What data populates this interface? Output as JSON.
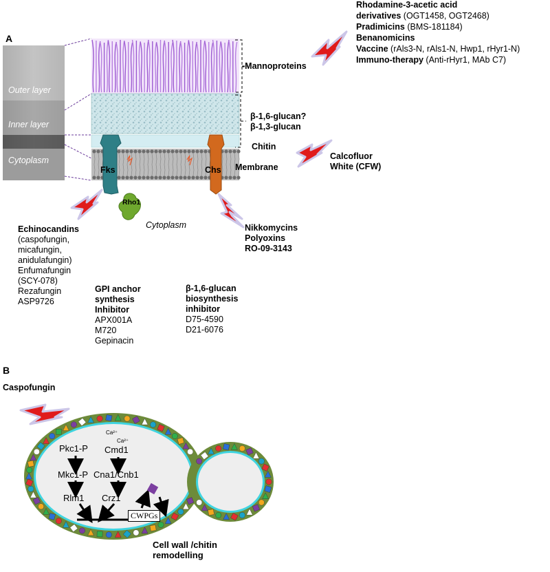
{
  "panelA": {
    "label": "A",
    "photo_labels": [
      "Outer layer",
      "Inner layer",
      "Cytoplasm"
    ],
    "layer_labels": {
      "mannoproteins": "-Mannoproteins",
      "glucan": "β-1,6-glucan?\nβ-1,3-glucan",
      "chitin": "Chitin",
      "membrane": "Membrane",
      "cytoplasm": "Cytoplasm"
    },
    "proteins": {
      "fks": "Fks",
      "chs": "Chs",
      "rho1": "Rho1"
    },
    "mannoprotein_drugs": [
      {
        "bold": "Rhodamine-3-acetic acid",
        "normal": ""
      },
      {
        "bold": "derivatives ",
        "normal": "(OGT1458, OGT2468)"
      },
      {
        "bold": "Pradimicins ",
        "normal": "(BMS-181184)"
      },
      {
        "bold": "Benanomicins",
        "normal": ""
      },
      {
        "bold": "Vaccine ",
        "normal": "(rAls3-N, rAls1-N, Hwp1, rHyr1-N)"
      },
      {
        "bold": "Immuno-therapy ",
        "normal": "(Anti-rHyr1, MAb C7)"
      }
    ],
    "chitin_drug": "Calcofluor\nWhite (CFW)",
    "chs_drugs": "Nikkomycins\nPolyoxins\nRO-09-3143",
    "echinocandins": {
      "title": "Echinocandins",
      "items": "(caspofungin,\nmicafungin,\nanidulafungin)\nEnfumafungin\n(SCY-078)\nRezafungin\nASP9726"
    },
    "gpi": {
      "title": "GPI anchor\nsynthesis\nInhibitor",
      "items": "APX001A\nM720\nGepinacin"
    },
    "b16": {
      "title": "β-1,6-glucan\nbiosynthesis\ninhibitor",
      "items": "D75-4590\nD21-6076"
    }
  },
  "panelB": {
    "label": "B",
    "drug": "Caspofungin",
    "nodes": {
      "pkc1": "Pkc1-P",
      "mkc1": "Mkc1-P",
      "rlm1": "Rlm1",
      "ca1": "Ca²⁺",
      "ca2": "Ca²⁺",
      "cmd1": "Cmd1",
      "cna1": "Cna1/Cnb1",
      "crz1": "Crz1",
      "cwpgs": "CWPGs"
    },
    "outcome": "Cell wall /chitin\nremodelling"
  }
}
